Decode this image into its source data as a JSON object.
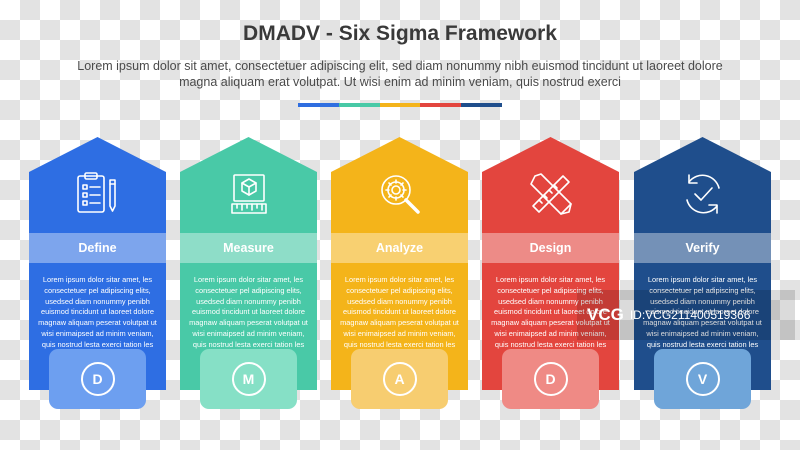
{
  "title": "DMADV - Six Sigma Framework",
  "subtitle": "Lorem ipsum dolor sit amet, consectetuer adipiscing elit, sed diam nonummy nibh euismod tincidunt ut laoreet dolore magna aliquam erat volutpat. Ut wisi enim ad minim veniam, quis nostrud exerci",
  "divider_colors": [
    "#2f6ee0",
    "#48c9a6",
    "#f4b41a",
    "#e3453e",
    "#1f4e8c"
  ],
  "cards": [
    {
      "label": "Define",
      "letter": "D",
      "icon": "clipboard-icon",
      "color": "#2e6ee3",
      "tab_color": "#6d9ff0",
      "text": "Lorem ipsum dolor sitar amet, les consectetuer pel adipiscing elits, usedsed diam nonummy penibh euismod tincidunt ut laoreet dolore magnaw aliquam peserat volutpat ut wisi enimaipsed ad minim veniam, quis nostrud lesta exerci tation les"
    },
    {
      "label": "Measure",
      "letter": "M",
      "icon": "measure-icon",
      "color": "#49c9a7",
      "tab_color": "#86e0c6",
      "text": "Lorem ipsum dolor sitar amet, les consectetuer pel adipiscing elits, usedsed diam nonummy penibh euismod tincidunt ut laoreet dolore magnaw aliquam peserat volutpat ut wisi enimaipsed ad minim veniam, quis nostrud lesta exerci tation les"
    },
    {
      "label": "Analyze",
      "letter": "A",
      "icon": "magnifier-gear-icon",
      "color": "#f4b41a",
      "tab_color": "#f7cd70",
      "text": "Lorem ipsum dolor sitar amet, les consectetuer pel adipiscing elits, usedsed diam nonummy penibh euismod tincidunt ut laoreet dolore magnaw aliquam peserat volutpat ut wisi enimaipsed ad minim veniam, quis nostrud lesta exerci tation les"
    },
    {
      "label": "Design",
      "letter": "D",
      "icon": "pencil-ruler-icon",
      "color": "#e3453e",
      "tab_color": "#ef8a85",
      "text": "Lorem ipsum dolor sitar amet, les consectetuer pel adipiscing elits, usedsed diam nonummy penibh euismod tincidunt ut laoreet dolore magnaw aliquam peserat volutpat ut wisi enimaipsed ad minim veniam, quis nostrud lesta exerci tation les"
    },
    {
      "label": "Verify",
      "letter": "V",
      "icon": "check-cycle-icon",
      "color": "#1f4e8c",
      "tab_color": "#6fa5d9",
      "text": "Lorem ipsum dolor sitar amet, les consectetuer pel adipiscing elits, usedsed diam nonummy penibh euismod tincidunt ut laoreet dolore magnaw aliquam peserat volutpat ut wisi enimaipsed ad minim veniam, quis nostrud lesta exerci tation les"
    }
  ],
  "watermark": {
    "logo": "VCG",
    "id": "ID:VCG211400519366"
  }
}
